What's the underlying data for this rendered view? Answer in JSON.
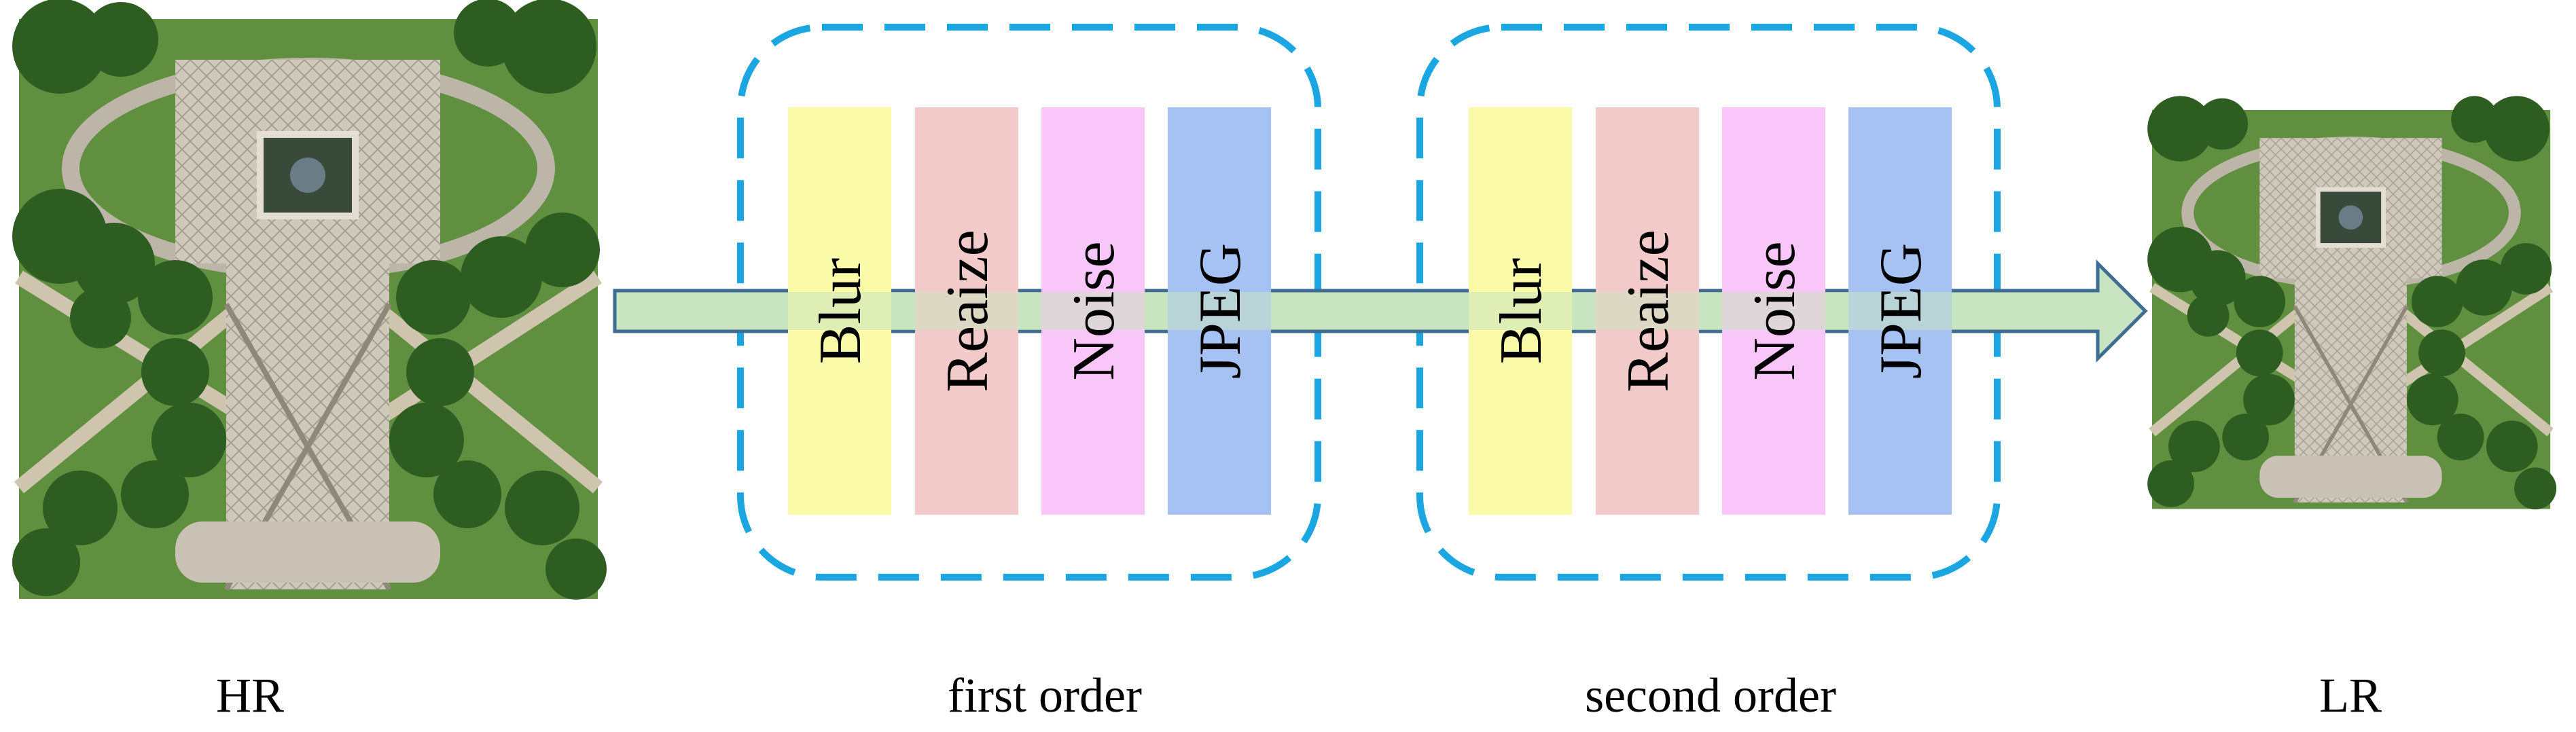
{
  "images": {
    "hr": {
      "label": "HR",
      "description_icon": "aerial-park-icon"
    },
    "lr": {
      "label": "LR",
      "description_icon": "aerial-park-icon"
    }
  },
  "stages": [
    {
      "label": "first order",
      "blocks": [
        {
          "label": "Blur",
          "color": "#FAFAA8"
        },
        {
          "label": "Reaize",
          "color": "#F3CACA"
        },
        {
          "label": "Noise",
          "color": "#F8C6F8"
        },
        {
          "label": "JPEG",
          "color": "#A6C2F2"
        }
      ]
    },
    {
      "label": "second order",
      "blocks": [
        {
          "label": "Blur",
          "color": "#FAFAA8"
        },
        {
          "label": "Reaize",
          "color": "#F3CACA"
        },
        {
          "label": "Noise",
          "color": "#F8C6F8"
        },
        {
          "label": "JPEG",
          "color": "#A6C2F2"
        }
      ]
    }
  ],
  "colors": {
    "arrow_fill": "#C9E4C0",
    "arrow_stroke": "#3E6C93",
    "dashed_box": "#1BA6E2",
    "grass": "#5E8F3E",
    "trees": "#2F5E22",
    "paving": "#C9C2B5"
  }
}
